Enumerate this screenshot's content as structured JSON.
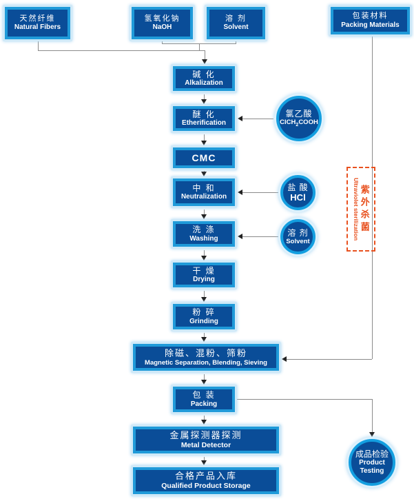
{
  "colors": {
    "box_fill": "#0a4d98",
    "box_border": "#1f9ad9",
    "box_glow": "#cfe9f8",
    "circle_ring": "#149fe0",
    "line": "#8a8a8a",
    "arrow": "#222222",
    "uv_red": "#e8511f",
    "background": "#ffffff",
    "text": "#ffffff"
  },
  "nodes": {
    "natural_fibers": {
      "zh": "天然纤维",
      "en": "Natural Fibers"
    },
    "naoh": {
      "zh": "氢氧化钠",
      "en": "NaOH"
    },
    "solvent_top": {
      "zh": "溶 剂",
      "en": "Solvent"
    },
    "packing_materials": {
      "zh": "包装材料",
      "en": "Packing Materials"
    },
    "alkalization": {
      "zh": "碱 化",
      "en": "Alkalization"
    },
    "etherification": {
      "zh": "醚 化",
      "en": "Etherification"
    },
    "chloroacetic_acid": {
      "zh": "氯乙酸",
      "en_pre": "ClCH",
      "en_sub": "2",
      "en_post": "COOH"
    },
    "cmc": {
      "label": "CMC"
    },
    "neutralization": {
      "zh": "中 和",
      "en": "Neutralization"
    },
    "hcl": {
      "zh": "盐 酸",
      "en": "HCl"
    },
    "washing": {
      "zh": "洗 涤",
      "en": "Washing"
    },
    "solvent_circle": {
      "zh": "溶 剂",
      "en": "Solvent"
    },
    "drying": {
      "zh": "干 燥",
      "en": "Drying"
    },
    "grinding": {
      "zh": "粉 碎",
      "en": "Grinding"
    },
    "magnetic": {
      "zh": "除磁、混粉、筛粉",
      "en": "Magnetic Separation, Blending, Sieving"
    },
    "packing": {
      "zh": "包 装",
      "en": "Packing"
    },
    "metal_detector": {
      "zh": "金属探测器探测",
      "en": "Metal Detector"
    },
    "qualified": {
      "zh": "合格产品入库",
      "en": "Qualified Product Storage"
    },
    "product_testing": {
      "zh": "成品检验",
      "en": "Product Testing"
    },
    "uv": {
      "zh": "紫外杀菌",
      "en": "Ultraviolet sterilization"
    }
  }
}
